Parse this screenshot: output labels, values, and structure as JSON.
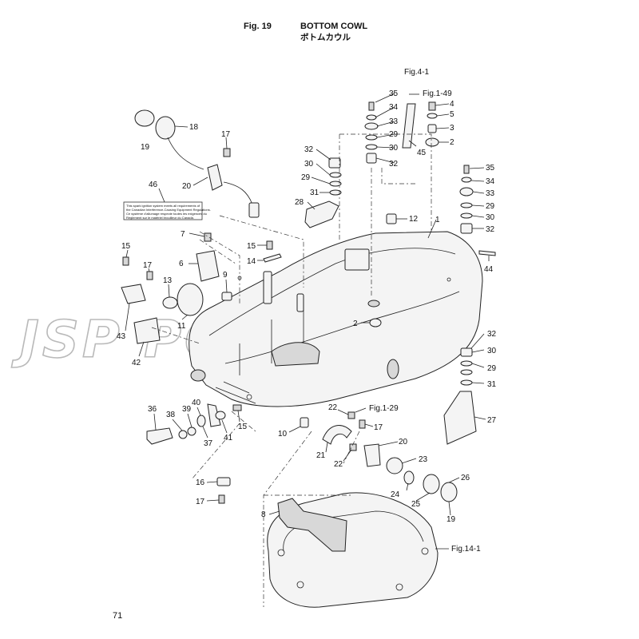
{
  "header": {
    "fig_label": "Fig. 19",
    "title": "BOTTOM COWL",
    "title_jp": "ボトムカウル"
  },
  "page_number": "71",
  "watermark": "JSP  PORATION",
  "references": {
    "fig_4_1": "Fig.4-1",
    "fig_1_49": "Fig.1-49",
    "fig_1_29": "Fig.1-29",
    "fig_14_1": "Fig.14-1"
  },
  "notice_lines": [
    "This spark ignition system meets all requirements of",
    "the Canadian Interference-Causing Equipment Regulations.",
    "Ce système d'allumage respecte toutes les exigences du",
    "Règlement sur le matériel brouilleur du Canada."
  ],
  "callouts": {
    "c35a": "35",
    "c34a": "34",
    "c33a": "33",
    "c29a": "29",
    "c30a": "30",
    "c32a": "32",
    "c45": "45",
    "c4": "4",
    "c5": "5",
    "c3": "3",
    "c2a": "2",
    "c18": "18",
    "c19a": "19",
    "c17a": "17",
    "c20a": "20",
    "c32b": "32",
    "c30b": "30",
    "c29b": "29",
    "c31a": "31",
    "c28": "28",
    "c46": "46",
    "c12": "12",
    "c1": "1",
    "c35b": "35",
    "c34b": "34",
    "c33b": "33",
    "c29c": "29",
    "c30c": "30",
    "c32c": "32",
    "c44": "44",
    "c7": "7",
    "c15a": "15",
    "c14": "14",
    "c6": "6",
    "c9": "9",
    "c15b": "15",
    "c17b": "17",
    "c13": "13",
    "c11": "11",
    "c43": "43",
    "c42": "42",
    "c2b": "2",
    "c32d": "32",
    "c30d": "30",
    "c29d": "29",
    "c31b": "31",
    "c27": "27",
    "c36": "36",
    "c38": "38",
    "c39": "39",
    "c40": "40",
    "c37": "37",
    "c41": "41",
    "c15c": "15",
    "c10": "10",
    "c22a": "22",
    "c17c": "17",
    "c20b": "20",
    "c21": "21",
    "c22b": "22",
    "c23": "23",
    "c24": "24",
    "c25": "25",
    "c26": "26",
    "c19b": "19",
    "c16": "16",
    "c17d": "17",
    "c8": "8"
  }
}
